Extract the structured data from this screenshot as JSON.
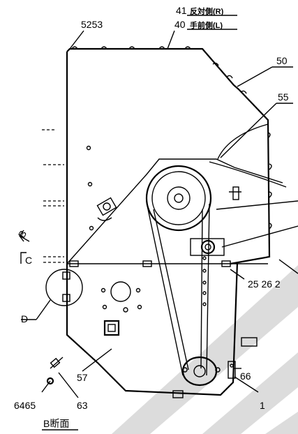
{
  "labels": {
    "top_right_1_num": "41",
    "top_right_1_text": "反対側(R)",
    "top_right_2_num": "40",
    "top_right_2_text": "手前側(L)",
    "top_left": "5253",
    "right_50": "50",
    "right_55": "55",
    "right_bottom": "25 26 2",
    "detail_d": "D",
    "view_b": "B",
    "view_c": "C",
    "bottom_57": "57",
    "bottom_66": "66",
    "bottom_1": "1",
    "bottom_6465": "6465",
    "bottom_63": "63",
    "section_caption": "B断面"
  },
  "icons": {
    "watermark": "diagonal-stripe-watermark"
  }
}
